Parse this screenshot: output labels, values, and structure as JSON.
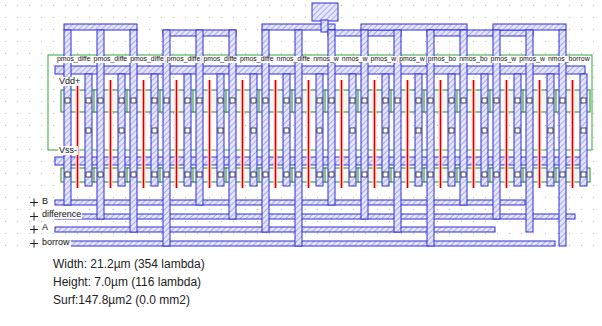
{
  "diagram": {
    "labels": [
      "pmos_diffe",
      "pmos_diffe",
      "pmos_diffe",
      "pmos_diffe",
      "pmos_diffe",
      "pmos_diffe",
      "nmos_diffe",
      "nmos_w",
      "nmos_w",
      "pmos_w",
      "pmos_w",
      "pmos_bo",
      "nmos_bo",
      "pmos_w",
      "pmos_w",
      "nmos_borrow",
      "Vdd+",
      "Vss-",
      "B",
      "difference",
      "A",
      "borrow",
      "Width: 21.2µm (354 lambda)",
      "Height: 7.0µm (116 lambda)",
      "Surf:147.8µm2 (0.0 mm2)"
    ]
  }
}
